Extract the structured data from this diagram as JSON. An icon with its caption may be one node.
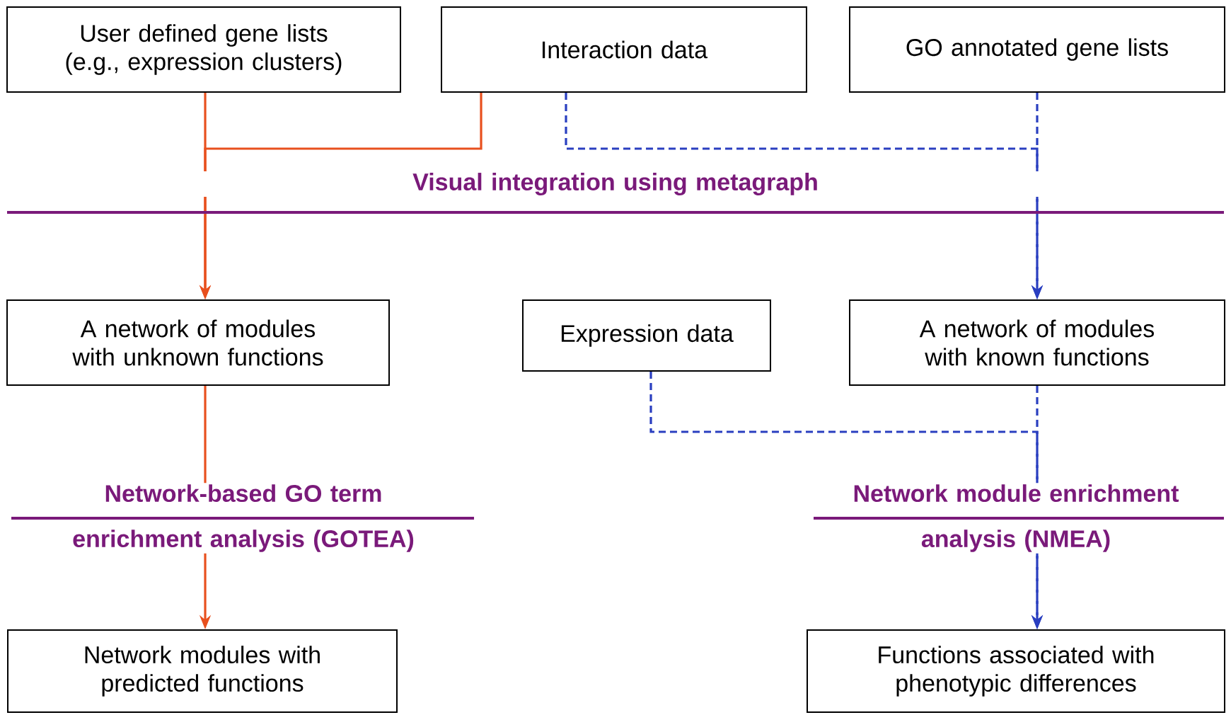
{
  "diagram": {
    "nodes": [
      {
        "text": [
          "User defined gene lists (e.g., expression clusters)"
        ]
      },
      {
        "text": [
          "Interaction data"
        ]
      },
      {
        "text": [
          "GO annotated gene lists"
        ]
      },
      {
        "text": [
          "A network of modules with unknown functions"
        ]
      },
      {
        "text": [
          "Expression data"
        ]
      },
      {
        "text": [
          "A network of modules with known functions"
        ]
      },
      {
        "text": [
          "Network modules with predicted functions"
        ]
      },
      {
        "text": [
          "Functions associated with phenotypic differences"
        ]
      }
    ],
    "edges": [
      {
        "from": 0,
        "to": 3,
        "arrow": "to",
        "color": "#e8501e"
      },
      {
        "from": 1,
        "to": 3,
        "arrow": "to",
        "color": "#e8501e"
      },
      {
        "from": 2,
        "to": 5,
        "arrow": "to",
        "style": "dashed",
        "color": "#2a3fc0"
      },
      {
        "from": 1,
        "to": 5,
        "arrow": "to",
        "style": "dashed",
        "color": "#2a3fc0"
      },
      {
        "from": 3,
        "to": 6,
        "arrow": "to",
        "color": "#e8501e"
      },
      {
        "from": 5,
        "to": 7,
        "arrow": "to",
        "style": "dashed",
        "color": "#2a3fc0"
      },
      {
        "from": 4,
        "to": 7,
        "arrow": "to",
        "style": "dashed",
        "color": "#2a3fc0"
      }
    ],
    "labels": [
      "Visual integration using metagraph",
      "Network-based GO term enrichment analysis (GOTEA)",
      "Network module enrichment analysis (NMEA)"
    ]
  }
}
